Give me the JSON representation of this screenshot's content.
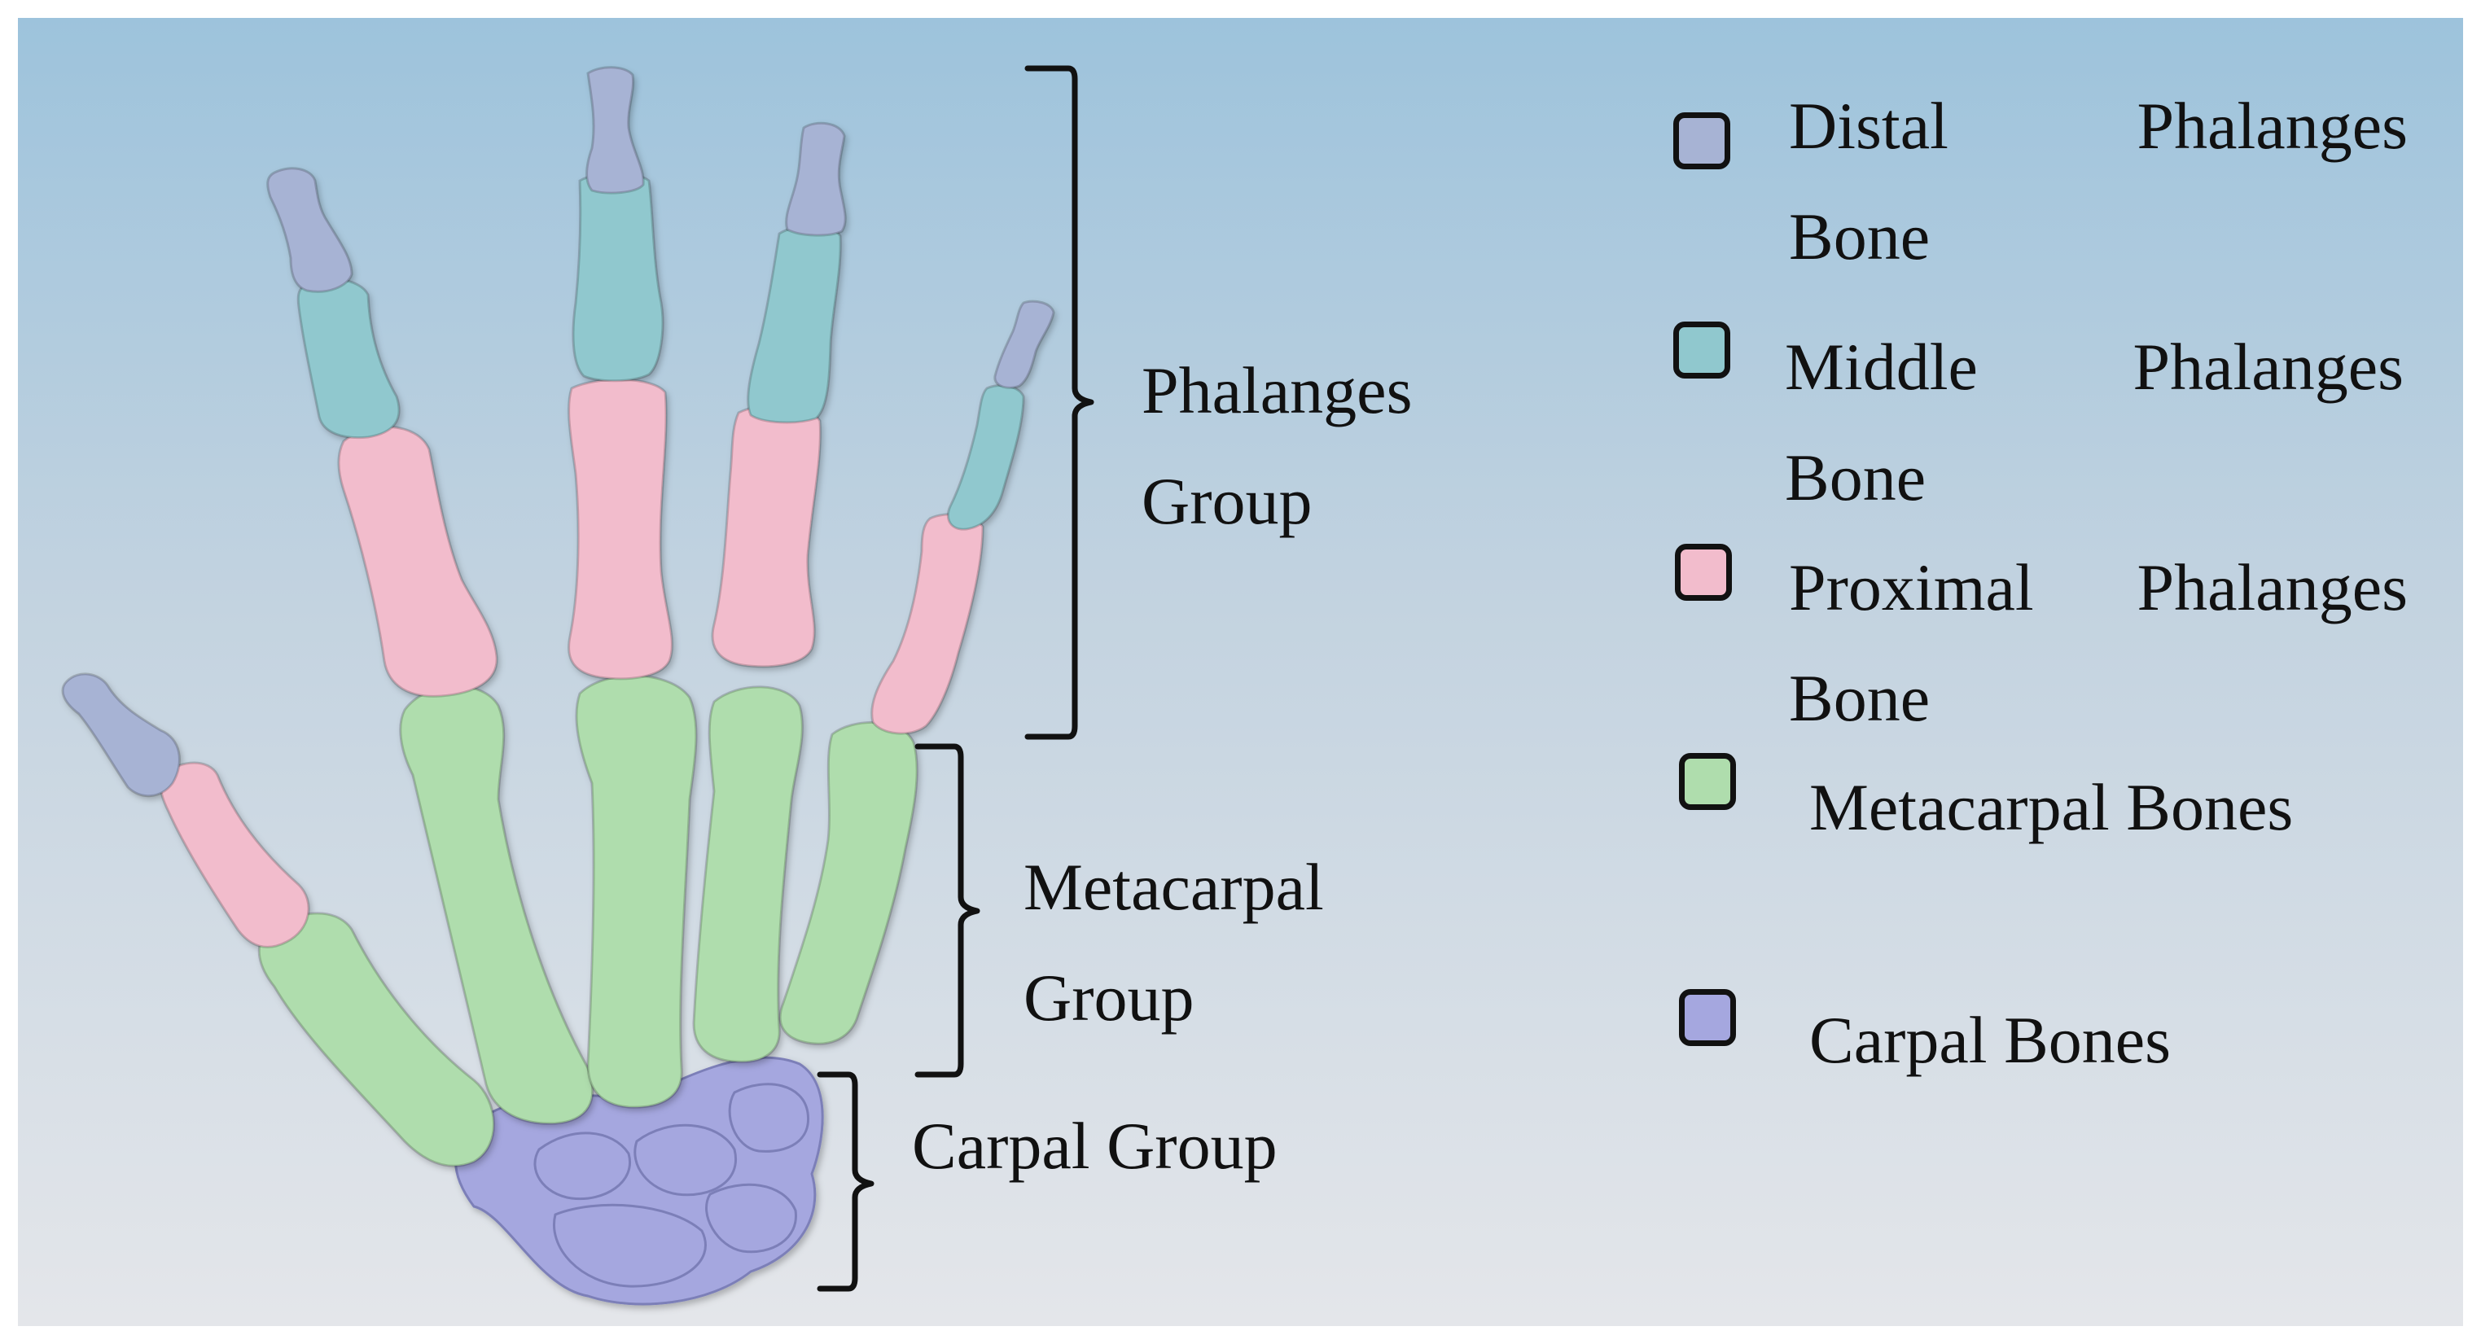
{
  "colors": {
    "distal": "#a7b3d4",
    "middle": "#90c8ce",
    "proximal": "#f2bccc",
    "metacarpal": "#afddad",
    "carpal": "#a5a7df",
    "bracket": "#111111"
  },
  "groups": {
    "phalanges": {
      "line1": "Phalanges",
      "line2": "Group"
    },
    "metacarpal": {
      "line1": "Metacarpal",
      "line2": "Group"
    },
    "carpal": {
      "line1": "Carpal Group"
    }
  },
  "legend": {
    "distal": {
      "word1": "Distal",
      "word2": "Phalanges",
      "line2": "Bone"
    },
    "middle": {
      "word1": "Middle",
      "word2": "Phalanges",
      "line2": "Bone"
    },
    "proximal": {
      "word1": "Proximal",
      "word2": "Phalanges",
      "line2": "Bone"
    },
    "metacarpal": {
      "label": "Metacarpal Bones"
    },
    "carpal": {
      "label": "Carpal Bones"
    }
  }
}
